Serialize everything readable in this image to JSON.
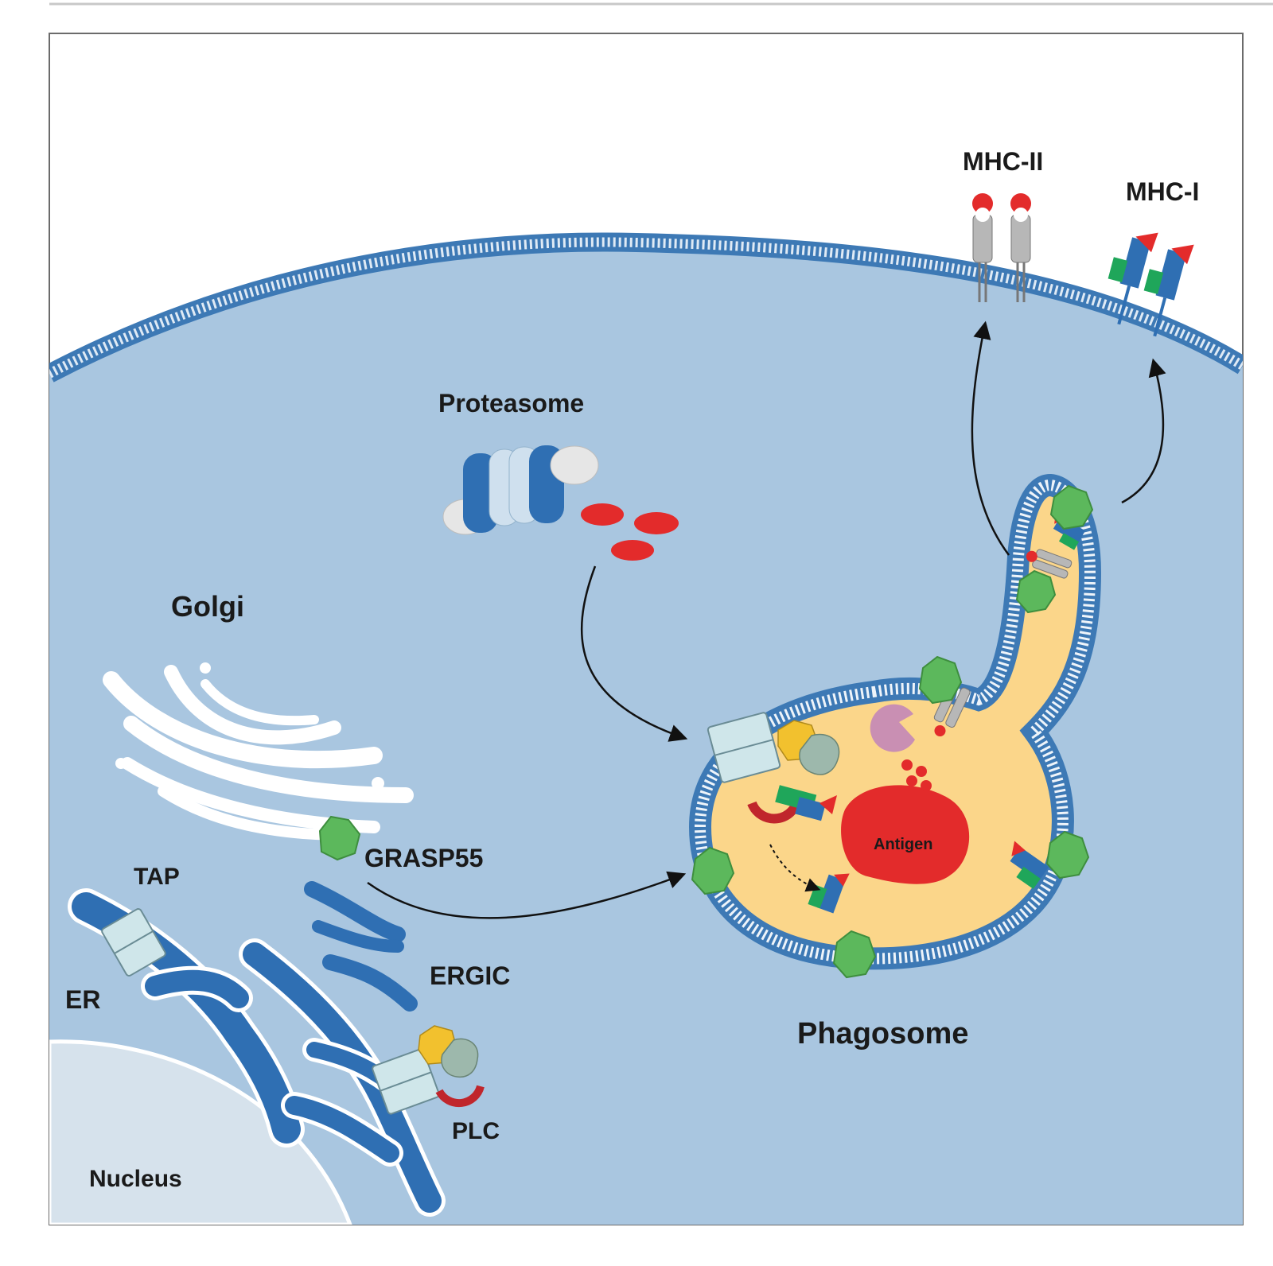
{
  "labels": {
    "mhc_ii": "MHC-II",
    "mhc_i": "MHC-I",
    "proteasome": "Proteasome",
    "golgi": "Golgi",
    "grasp55": "GRASP55",
    "tap": "TAP",
    "er": "ER",
    "ergic": "ERGIC",
    "plc": "PLC",
    "nucleus": "Nucleus",
    "phagosome": "Phagosome",
    "antigen": "Antigen"
  },
  "colors": {
    "cytoplasm": "#a9c6e0",
    "membrane": "#3d79b5",
    "phagosome_lumen": "#fbd68a",
    "nucleus": "#d6e2ec",
    "er": "#2f6fb3",
    "grasp55": "#5cb85c",
    "peptide": "#e32b2b",
    "antigen": "#e32b2b",
    "mhc_i_heavy": "#2f6fb3",
    "mhc_i_light": "#1fa65a",
    "mhc_ii": "#b7b7b7",
    "tap": "#cfe6ea",
    "tapasin": "#f2c12e",
    "erp57": "#9db8ac",
    "calreticulin": "#c0262c",
    "protease": "#c98fb3"
  }
}
